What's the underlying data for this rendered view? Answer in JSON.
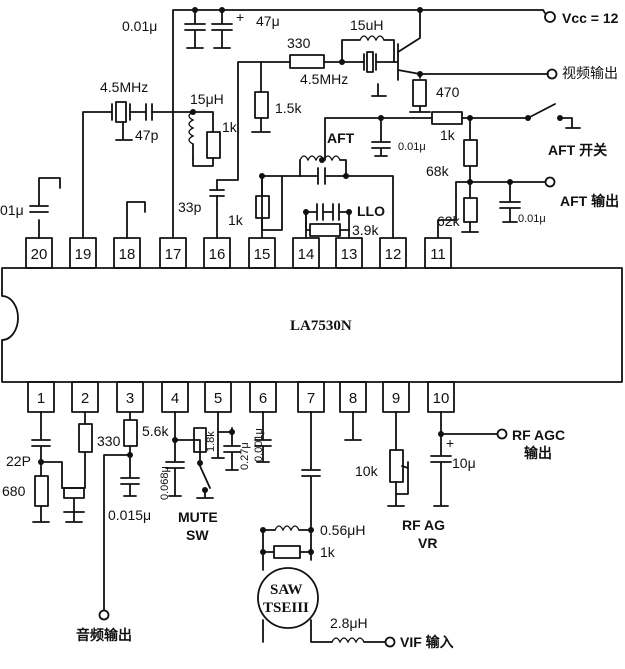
{
  "ic": {
    "part": "LA7530N"
  },
  "pins_top": [
    "20",
    "19",
    "18",
    "17",
    "16",
    "15",
    "14",
    "13",
    "12",
    "11"
  ],
  "pins_bottom": [
    "1",
    "2",
    "3",
    "4",
    "5",
    "6",
    "7",
    "8",
    "9",
    "10"
  ],
  "labels": {
    "vcc": "Vcc = 12",
    "video_out": "视频输出",
    "aft_switch": "AFT 开关",
    "aft_out": "AFT 输出",
    "rf_agc_out_1": "RF AGC",
    "rf_agc_out_2": "输出",
    "audio_out": "音频输出",
    "vif_in": "VIF 输入",
    "mute_sw_1": "MUTE",
    "mute_sw_2": "SW",
    "rf_agc_vr_1": "RF AG",
    "rf_agc_vr_2": "VR",
    "saw_1": "SAW",
    "saw_2": "TSEIII",
    "aft": "AFT",
    "llo": "LLO"
  },
  "components": {
    "c_001_top": "0.01μ",
    "c_47": "47μ",
    "r_330_top": "330",
    "l_15uh_top": "15uH",
    "xtal_45_top": "4.5MHz",
    "r_470": "470",
    "xtal_45_left": "4.5MHz",
    "c_47p": "47p",
    "l_15uh_left": "15μH",
    "r_1k_a": "1k",
    "r_15k": "1.5k",
    "c_33p": "33p",
    "r_1k_b": "1k",
    "c_001_aft": "0.01μ",
    "r_1k_aft": "1k",
    "r_68k": "68k",
    "r_62k": "62k",
    "c_001_aftout": "0.01μ",
    "r_39k": "3.9k",
    "c_01_pin20": "01μ",
    "c_22p": "22P",
    "r_680": "680",
    "r_330_pin2": "330",
    "r_56k": "5.6k",
    "c_0068": "0.068μ",
    "c_0015": "0.015μ",
    "r_18k": "1.8k",
    "c_027": "0.27μ",
    "c_0001": "0.001μ",
    "l_056": "0.56μH",
    "r_1k_saw": "1k",
    "l_28": "2.8μH",
    "r_10k": "10k",
    "c_10": "10μ",
    "plus": "+"
  }
}
